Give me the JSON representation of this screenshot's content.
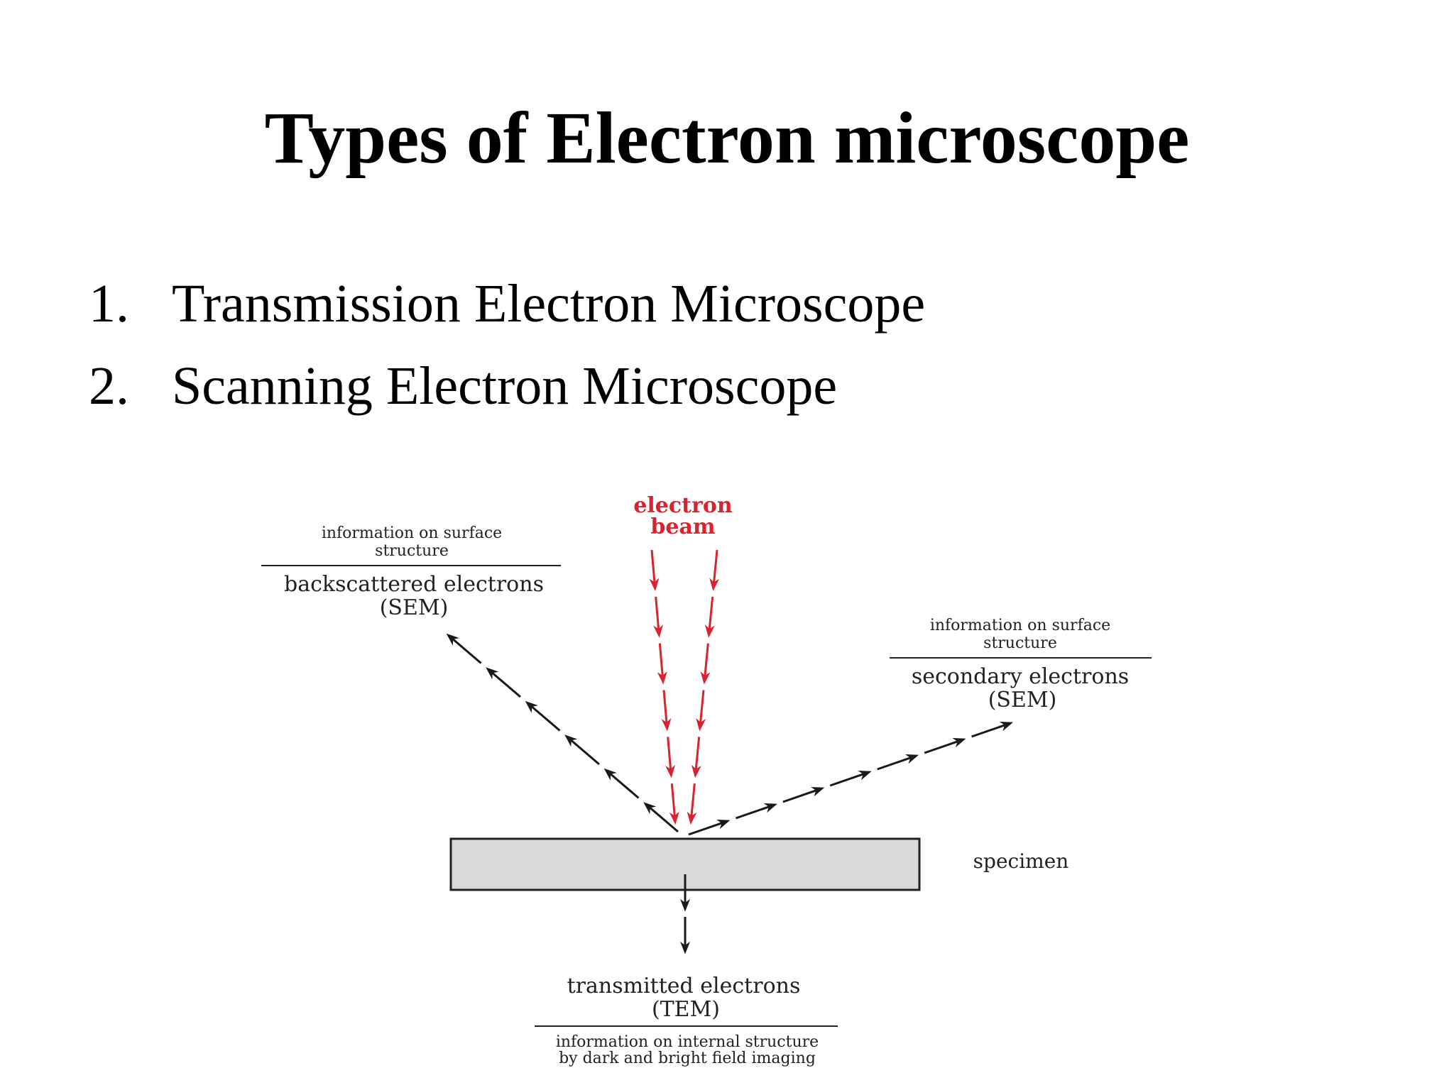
{
  "slide": {
    "title": "Types of Electron microscope",
    "items": [
      {
        "number": "1.",
        "label": "Transmission Electron Microscope"
      },
      {
        "number": "2.",
        "label": "Scanning Electron Microscope"
      }
    ]
  },
  "diagram": {
    "beam_label_line1": "electron",
    "beam_label_line2": "beam",
    "backscatter": {
      "info_line1": "information on surface",
      "info_line2": "structure",
      "name": "backscattered electrons",
      "type": "(SEM)"
    },
    "secondary": {
      "info_line1": "information on surface",
      "info_line2": "structure",
      "name": "secondary electrons",
      "type": "(SEM)"
    },
    "specimen_label": "specimen",
    "transmitted": {
      "name": "transmitted electrons",
      "type": "(TEM)",
      "info_line1": "information on internal structure",
      "info_line2": "by dark and bright field imaging"
    },
    "colors": {
      "beam": "#d9232e",
      "arrows": "#1a1a1a",
      "specimen_fill": "#d9d9d9"
    }
  }
}
